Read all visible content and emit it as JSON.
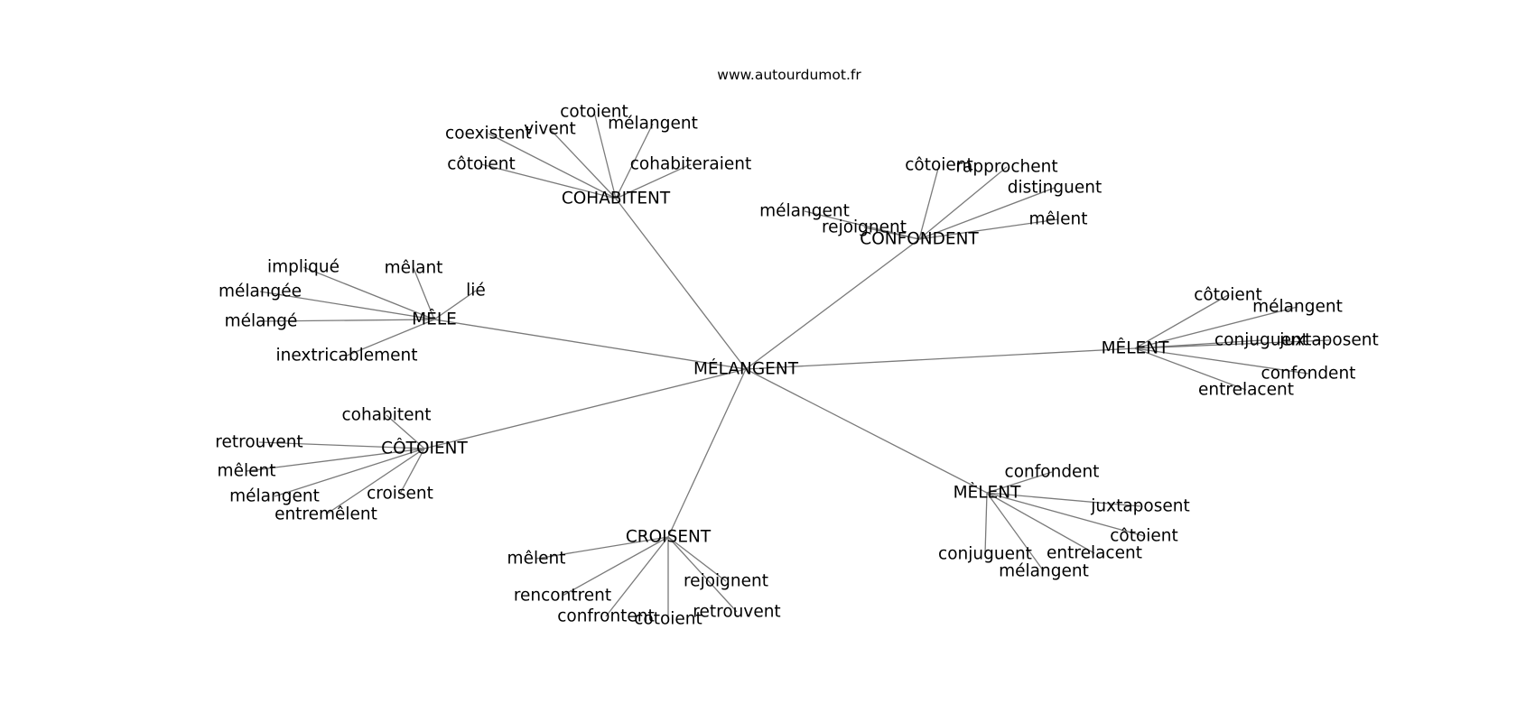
{
  "site_label": "www.autourdumot.fr",
  "graph": {
    "center": "MÉLANGENT",
    "hubs": [
      {
        "label": "COHABITENT",
        "children": [
          "côtoient",
          "coexistent",
          "vivent",
          "cotoient",
          "mélangent",
          "cohabiteraient"
        ]
      },
      {
        "label": "CONFONDENT",
        "children": [
          "mélangent",
          "rejoignent",
          "côtoient",
          "rapprochent",
          "distinguent",
          "mêlent"
        ]
      },
      {
        "label": "MÊLE",
        "children": [
          "impliqué",
          "mêlant",
          "lié",
          "mélangée",
          "mélangé",
          "inextricablement"
        ]
      },
      {
        "label": "MÊLENT",
        "children": [
          "côtoient",
          "mélangent",
          "conjuguent",
          "juxtaposent",
          "confondent",
          "entrelacent"
        ]
      },
      {
        "label": "CÔTOIENT",
        "children": [
          "cohabitent",
          "retrouvent",
          "mêlent",
          "mélangent",
          "entremêlent",
          "croisent"
        ]
      },
      {
        "label": "MÈLENT",
        "children": [
          "confondent",
          "juxtaposent",
          "côtoient",
          "entrelacent",
          "mélangent",
          "conjuguent"
        ]
      },
      {
        "label": "CROISENT",
        "children": [
          "mêlent",
          "rencontrent",
          "confrontent",
          "cotoient",
          "retrouvent",
          "rejoignent"
        ]
      }
    ]
  }
}
